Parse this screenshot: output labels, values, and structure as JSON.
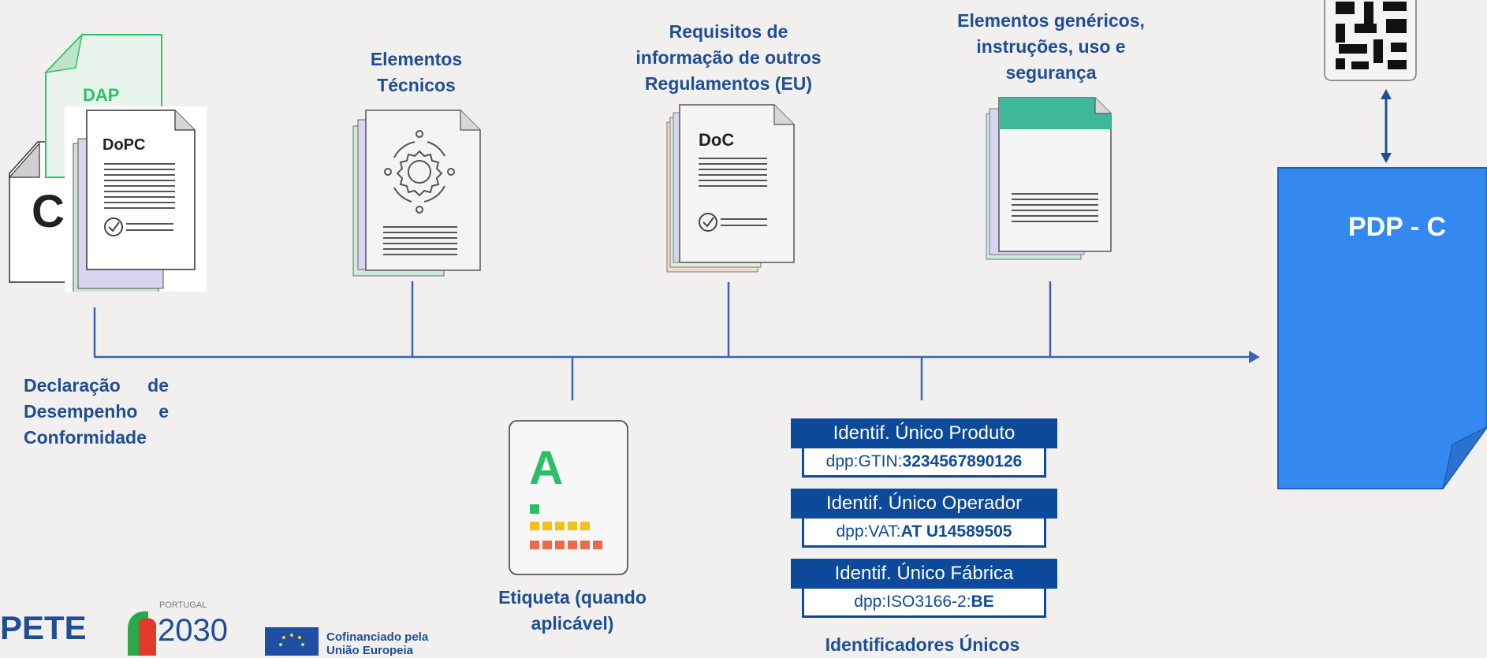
{
  "labels": {
    "declaracao": "Declaração de Desempenho e Conformidade",
    "elementos_tecnicos": "Elementos Técnicos",
    "requisitos": "Requisitos de informação de outros Regulamentos (EU)",
    "elementos_genericos": "Elementos genéricos, instruções, uso e segurança",
    "etiqueta": "Etiqueta (quando aplicável)",
    "identificadores": "Identificadores Únicos"
  },
  "doc_labels": {
    "dap": "DAP",
    "dopc": "DoPC",
    "c_letter": "C",
    "doc": "DoC",
    "energy_grade": "A"
  },
  "identifiers": [
    {
      "header": "Identif. Único Produto",
      "prefix": "dpp:GTIN:",
      "value": "3234567890126"
    },
    {
      "header": "Identif. Único Operador",
      "prefix": "dpp:VAT:",
      "value": "AT U14589505"
    },
    {
      "header": "Identif. Único Fábrica",
      "prefix": "dpp:ISO3166-2:",
      "value": "BE"
    }
  ],
  "pdp": {
    "title": "PDP - C"
  },
  "footer": {
    "logo1": "PETE",
    "logo2_small": "PORTUGAL",
    "logo2_year": "2030",
    "logo3": "Cofinanciado pela União Europeia"
  },
  "colors": {
    "label_blue": "#1f4e96",
    "timeline": "#3a63b8",
    "id_blue": "#0e4a9b",
    "pdp_blue": "#3389f0",
    "dap_green": "#2bc26a",
    "teal": "#3fb89a"
  }
}
